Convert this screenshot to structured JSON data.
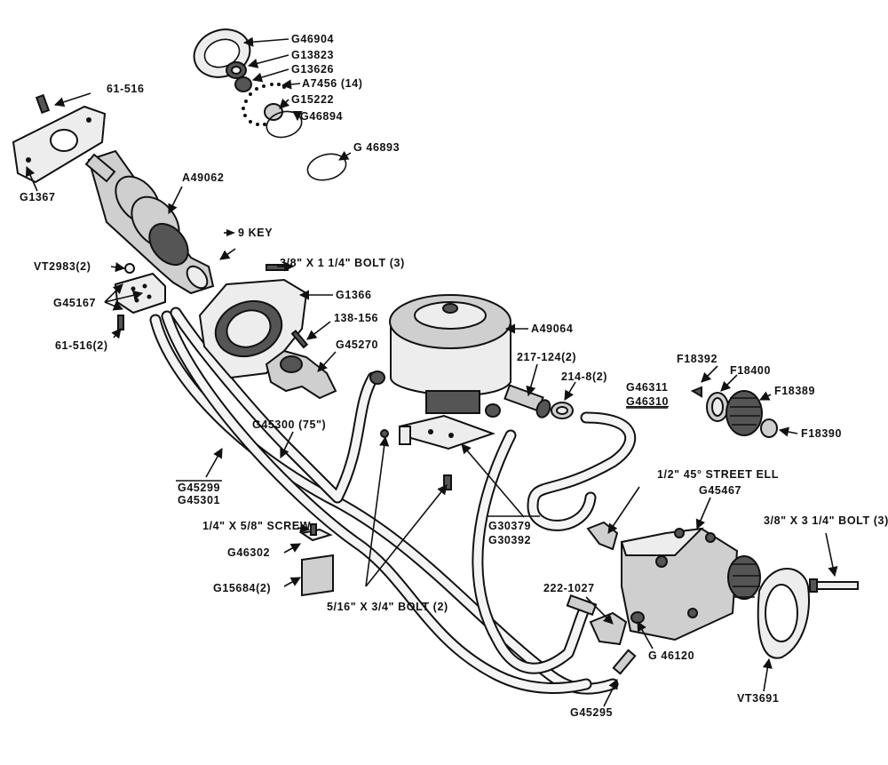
{
  "labels": {
    "g46904": "G46904",
    "g13823": "G13823",
    "g13626": "G13626",
    "a7456": "A7456 (14)",
    "g15222": "G15222",
    "g46894": "G46894",
    "g46893": "G 46893",
    "p61_516": "61-516",
    "g1367": "G1367",
    "a49062": "A49062",
    "key9": "9 KEY",
    "bolt_g1366": "3/8\" X 1 1/4\" BOLT (3)",
    "vt2983": "VT2983(2)",
    "g45167": "G45167",
    "g1366": "G1366",
    "p61_516_2": "61-516(2)",
    "p138_156": "138-156",
    "g45270": "G45270",
    "a49064": "A49064",
    "p217_124": "217-124(2)",
    "p214_8": "214-8(2)",
    "g46311": "G46311",
    "g46310": "G46310",
    "f18392": "F18392",
    "f18400": "F18400",
    "f18389": "F18389",
    "f18390": "F18390",
    "g45300": "G45300 (75\")",
    "g45299": "G45299",
    "g45301": "G45301",
    "street_ell": "1/2\" 45° STREET ELL",
    "g45467": "G45467",
    "bolt_pump": "3/8\" X 3 1/4\" BOLT (3)",
    "screw": "1/4\" X 5/8\" SCREW",
    "g46302": "G46302",
    "g15684": "G15684(2)",
    "g30379": "G30379",
    "g30392": "G30392",
    "p222_1027": "222-1027",
    "bolt_bracket": "5/16\" X 3/4\" BOLT (2)",
    "g46120": "G 46120",
    "vt3691": "VT3691",
    "g45295": "G45295"
  }
}
